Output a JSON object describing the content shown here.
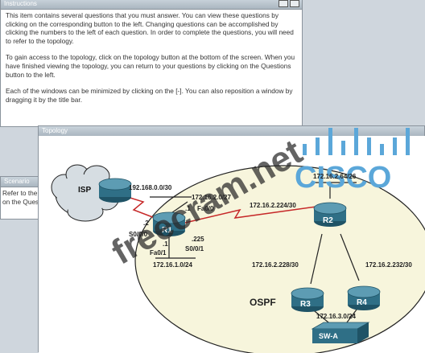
{
  "instructions": {
    "title": "Instructions",
    "paragraphs": [
      "This item contains several questions that you must answer. You can view these questions by clicking on the corresponding button to the left. Changing questions can be accomplished by clicking the numbers to the left of each question. In order to complete the questions, you will need to refer to the topology.",
      "To gain access to the topology, click on the topology button at the bottom of the screen. When you have finished viewing the topology, you can return to your questions by clicking on the Questions button to the left.",
      "Each of the windows can be minimized by clicking on the [-]. You can also reposition a window by dragging it by the title bar."
    ]
  },
  "scenario": {
    "title": "Scenario",
    "line1": "Refer to the",
    "line2": "on the Ques"
  },
  "topology": {
    "title": "Topology",
    "logo_text": "CISCO",
    "colors": {
      "logo": "#5ba7d9",
      "router": "#2f6f86",
      "link": "#c62828",
      "cloud": "#d6dde2"
    },
    "routers": {
      "isp": "ISP",
      "r1": "R1",
      "r2": "R2",
      "r3": "R3",
      "r4": "R4"
    },
    "switch": "SW-A",
    "area": "OSPF",
    "labels": {
      "isp_link": "192.168.0.0/30",
      "r1_s000_ip": ".2",
      "r1_s000": "S0/0/0",
      "r1_fa00_host": ".1",
      "r1_fa00": "Fa0/0",
      "r1_lan_top": "172.16.2.0/27",
      "r1_r2_link": "172.16.2.224/30",
      "r1_s001_ip": ".225",
      "r1_s001": "S0/0/1",
      "r1_fa01_ip": ".1",
      "r1_fa01": "Fa0/1",
      "r1_lan_bottom": "172.16.1.0/24",
      "r2_lan": "172.16.2.64/26",
      "r2_r3_link": "172.16.2.228/30",
      "r2_r4_link": "172.16.2.232/30",
      "r3_r4_lan": "172.16.3.0/24"
    }
  },
  "watermark": "freecram.net"
}
